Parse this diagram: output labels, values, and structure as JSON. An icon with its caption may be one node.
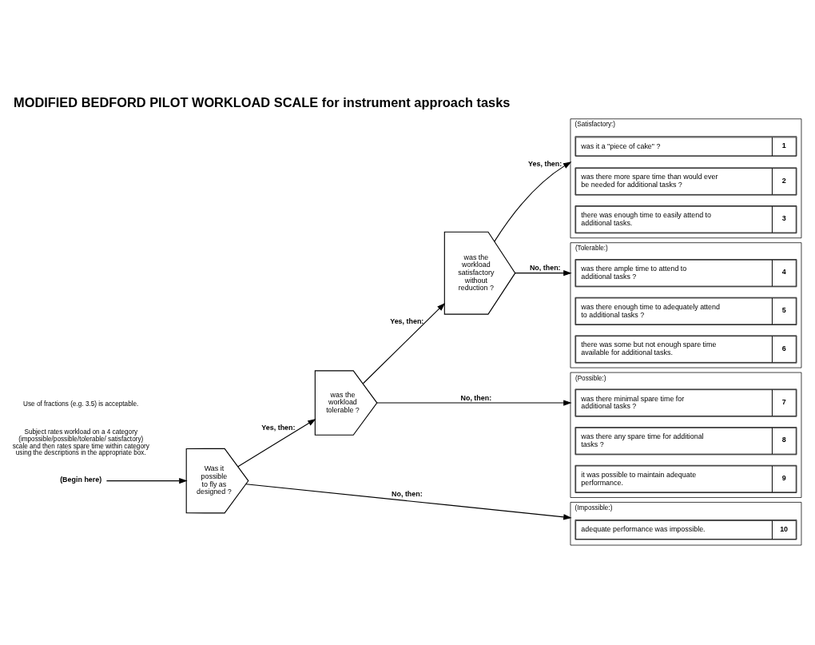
{
  "diagram": {
    "title": "MODIFIED BEDFORD PILOT WORKLOAD SCALE for instrument approach tasks",
    "nodes": [
      {
        "text": [
          "(Begin here)"
        ]
      },
      {
        "text": [
          "Was it possible to fly as designed ?"
        ]
      },
      {
        "text": [
          "was the workload tolerable ?"
        ]
      },
      {
        "text": [
          "was the workload satisfactory without reduction ?"
        ]
      },
      {
        "text": [
          "(Satisfactory:)"
        ]
      },
      {
        "text": [
          "was it a \"piece of cake\" ?",
          "1"
        ],
        "in": 4
      },
      {
        "text": [
          "was there more spare time than would ever be needed for additional tasks ?",
          "2"
        ],
        "in": 4
      },
      {
        "text": [
          "there was enough time to easily attend to additional tasks.",
          "3"
        ],
        "in": 4
      },
      {
        "text": [
          "(Tolerable:)"
        ]
      },
      {
        "text": [
          "was there ample time to attend to additional tasks ?",
          "4"
        ],
        "in": 8
      },
      {
        "text": [
          "was there enough time to adequately attend to additional tasks ?",
          "5"
        ],
        "in": 8
      },
      {
        "text": [
          "there was some but not enough spare time available for additional tasks.",
          "6"
        ],
        "in": 8
      },
      {
        "text": [
          "(Possible:)"
        ]
      },
      {
        "text": [
          "was there minimal spare time for additional tasks ?",
          "7"
        ],
        "in": 12
      },
      {
        "text": [
          "was there any spare time for additional tasks ?",
          "8"
        ],
        "in": 12
      },
      {
        "text": [
          "it was possible to maintain adequate performance.",
          "9"
        ],
        "in": 12
      },
      {
        "text": [
          "(Impossible:)"
        ]
      },
      {
        "text": [
          "adequate performance was impossible.",
          "10"
        ],
        "in": 16
      }
    ],
    "edges": [
      {
        "from": 0,
        "to": 1,
        "arrow": "to"
      },
      {
        "from": 1,
        "to": 2,
        "arrow": "to",
        "label": "Yes, then:"
      },
      {
        "from": 1,
        "to": 16,
        "arrow": "to",
        "label": "No, then:"
      },
      {
        "from": 2,
        "to": 3,
        "arrow": "to",
        "label": "Yes, then:"
      },
      {
        "from": 2,
        "to": 12,
        "arrow": "to",
        "label": "No, then:"
      },
      {
        "from": 3,
        "to": 4,
        "arrow": "to",
        "label": "Yes, then:"
      },
      {
        "from": 3,
        "to": 8,
        "arrow": "to",
        "label": "No, then:"
      }
    ],
    "labels": [
      "Subject rates workload on a 4 category (impossible/possible/tolerable/ satisfactory) scale and then rates spare time within category using the descriptions in the appropriate box.",
      "Use of fractions (e.g. 3.5) is acceptable."
    ]
  }
}
